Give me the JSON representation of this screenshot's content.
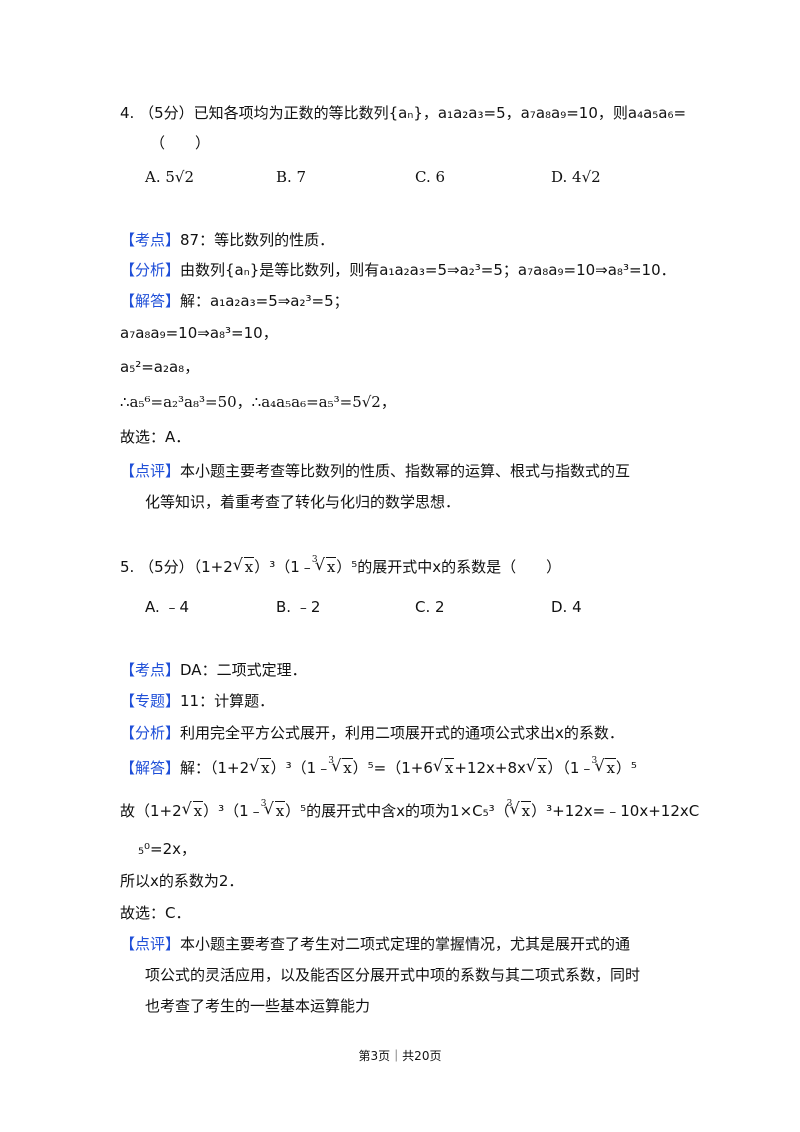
{
  "q4": {
    "line1": "4. （5分）已知各项均为正数的等比数列{aₙ}，a₁a₂a₃=5，a₇a₈a₉=10，则a₄a₅a₆=",
    "line2": "（　　）",
    "options": [
      "A. 5√2",
      "B. 7",
      "C. 6",
      "D. 4√2"
    ],
    "kaodian_tag": "【考点】",
    "kaodian": "87：等比数列的性质．",
    "fenxi_tag": "【分析】",
    "fenxi": "由数列{aₙ}是等比数列，则有a₁a₂a₃=5⇒a₂³=5；a₇a₈a₉=10⇒a₈³=10．",
    "jieda_tag": "【解答】",
    "jieda": "解：a₁a₂a₃=5⇒a₂³=5；",
    "s1": "a₇a₈a₉=10⇒a₈³=10，",
    "s2": "a₅²=a₂a₈，",
    "s3": "∴a₅⁶=a₂³a₈³=50，∴a₄a₅a₆=a₅³=5√2，",
    "guxuan": "故选：A．",
    "dianping_tag": "【点评】",
    "dianping1": "本小题主要考查等比数列的性质、指数幂的运算、根式与指数式的互",
    "dianping2": "化等知识，着重考查了转化与化归的数学思想．"
  },
  "q5": {
    "line1_a": "5. （5分）（1+2",
    "line1_b": "）³（1﹣",
    "line1_c": "）⁵的展开式中x的系数是（　　）",
    "sqrt_x": "x",
    "cbrt_x": "x",
    "cbrt_index": "3",
    "options": [
      "A. ﹣4",
      "B. ﹣2",
      "C. 2",
      "D. 4"
    ],
    "kaodian_tag": "【考点】",
    "kaodian": "DA：二项式定理．",
    "zhuanti_tag": "【专题】",
    "zhuanti": "11：计算题．",
    "fenxi_tag": "【分析】",
    "fenxi": "利用完全平方公式展开，利用二项展开式的通项公式求出x的系数．",
    "jieda_tag": "【解答】",
    "jieda_a": "解：（1+2",
    "jieda_b": "）³（1﹣",
    "jieda_c": "）⁵=（1+6",
    "jieda_d": "+12x+8x",
    "jieda_e": "）（1﹣",
    "jieda_f": "）⁵",
    "gu_a": "故（1+2",
    "gu_b": "）³（1﹣",
    "gu_c": "）⁵的展开式中含x的项为1×C₅³（",
    "gu_d": "）³+12x=﹣10x+12xC",
    "gu_e": "₅⁰=2x，",
    "suoyi": "所以x的系数为2．",
    "guxuan": "故选：C．",
    "dianping_tag": "【点评】",
    "dianping1": "本小题主要考查了考生对二项式定理的掌握情况，尤其是展开式的通",
    "dianping2": "项公式的灵活应用，以及能否区分展开式中项的系数与其二项式系数，同时",
    "dianping3": "也考查了考生的一些基本运算能力"
  },
  "footer": "第3页｜共20页"
}
